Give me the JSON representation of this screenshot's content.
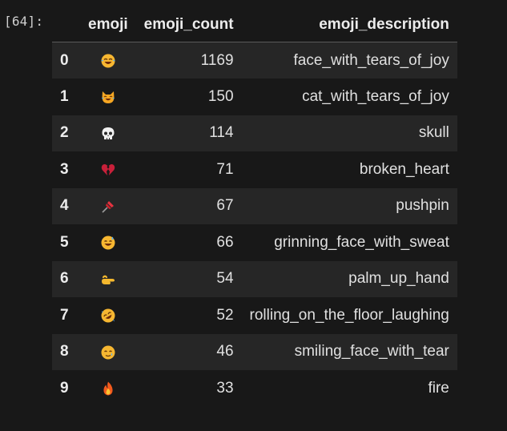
{
  "cell": {
    "prompt": "[64]:"
  },
  "table": {
    "columns": [
      "emoji",
      "emoji_count",
      "emoji_description"
    ],
    "rows": [
      {
        "index": "0",
        "emoji": "😂",
        "icon": "face-with-tears-of-joy-icon",
        "count": "1169",
        "description": "face_with_tears_of_joy"
      },
      {
        "index": "1",
        "emoji": "😹",
        "icon": "cat-with-tears-of-joy-icon",
        "count": "150",
        "description": "cat_with_tears_of_joy"
      },
      {
        "index": "2",
        "emoji": "💀",
        "icon": "skull-icon",
        "count": "114",
        "description": "skull"
      },
      {
        "index": "3",
        "emoji": "💔",
        "icon": "broken-heart-icon",
        "count": "71",
        "description": "broken_heart"
      },
      {
        "index": "4",
        "emoji": "📌",
        "icon": "pushpin-icon",
        "count": "67",
        "description": "pushpin"
      },
      {
        "index": "5",
        "emoji": "😅",
        "icon": "grinning-face-with-sweat-icon",
        "count": "66",
        "description": "grinning_face_with_sweat"
      },
      {
        "index": "6",
        "emoji": "🫴",
        "icon": "palm-up-hand-icon",
        "count": "54",
        "description": "palm_up_hand"
      },
      {
        "index": "7",
        "emoji": "🤣",
        "icon": "rolling-on-the-floor-laughing-icon",
        "count": "52",
        "description": "rolling_on_the_floor_laughing"
      },
      {
        "index": "8",
        "emoji": "🥲",
        "icon": "smiling-face-with-tear-icon",
        "count": "46",
        "description": "smiling_face_with_tear"
      },
      {
        "index": "9",
        "emoji": "🔥",
        "icon": "fire-icon",
        "count": "33",
        "description": "fire"
      }
    ]
  },
  "colors": {
    "background": "#181818",
    "row_stripe": "#262626",
    "text": "#e6e6e6",
    "header_rule": "#5a5a5a"
  }
}
